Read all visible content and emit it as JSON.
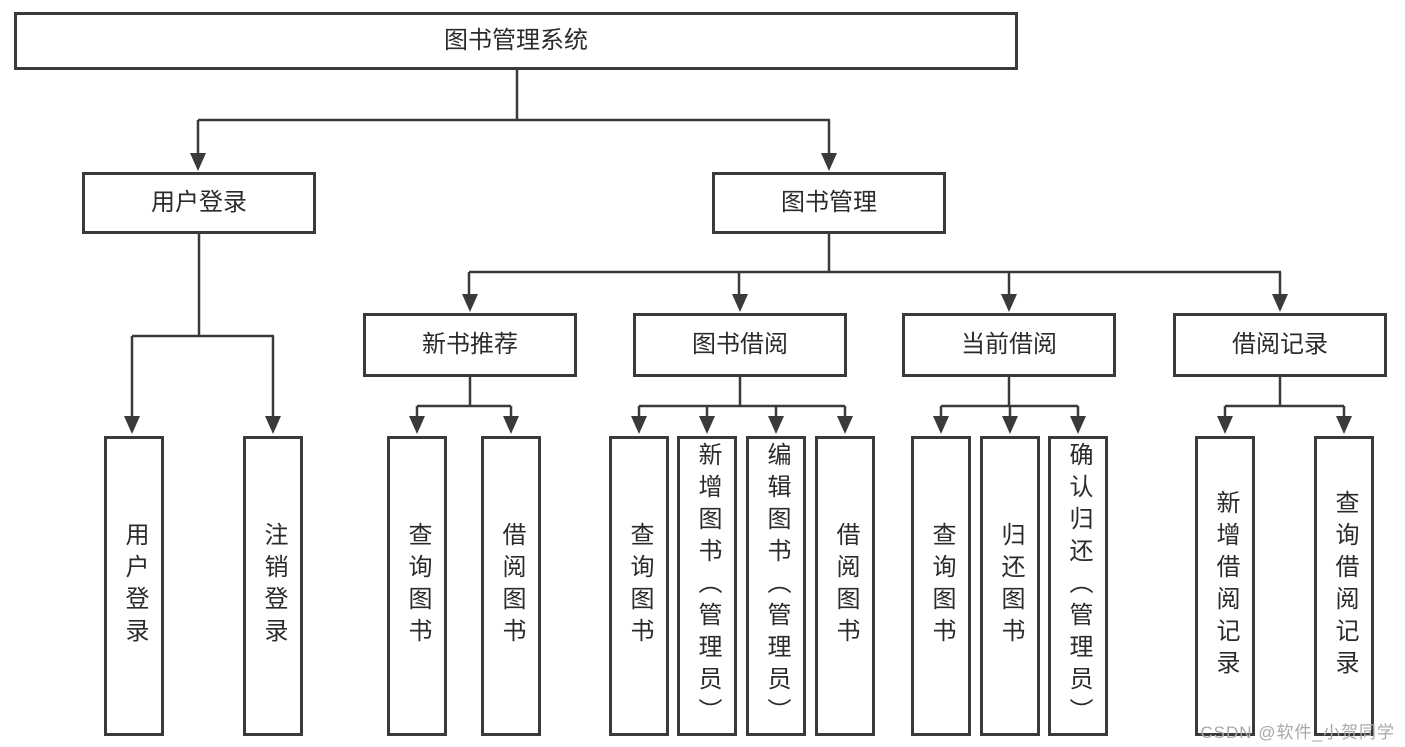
{
  "tree": {
    "root": {
      "label": "图书管理系统"
    },
    "login": {
      "label": "用户登录",
      "leaves": [
        "用户登录",
        "注销登录"
      ]
    },
    "management": {
      "label": "图书管理"
    },
    "groups": [
      {
        "label": "新书推荐",
        "leaves": [
          "查询图书",
          "借阅图书"
        ]
      },
      {
        "label": "图书借阅",
        "leaves": [
          "查询图书",
          "新增图书（管理员）",
          "编辑图书（管理员）",
          "借阅图书"
        ]
      },
      {
        "label": "当前借阅",
        "leaves": [
          "查询图书",
          "归还图书",
          "确认归还（管理员）"
        ]
      },
      {
        "label": "借阅记录",
        "leaves": [
          "新增借阅记录",
          "查询借阅记录"
        ]
      }
    ]
  },
  "watermark": {
    "text": "CSDN @软件_小贺同学"
  },
  "colors": {
    "line": "#3a3a3a",
    "box_border": "#3a3a3a",
    "text": "#2b2b2b",
    "watermark": "#a8a8a8",
    "background": "#ffffff"
  }
}
